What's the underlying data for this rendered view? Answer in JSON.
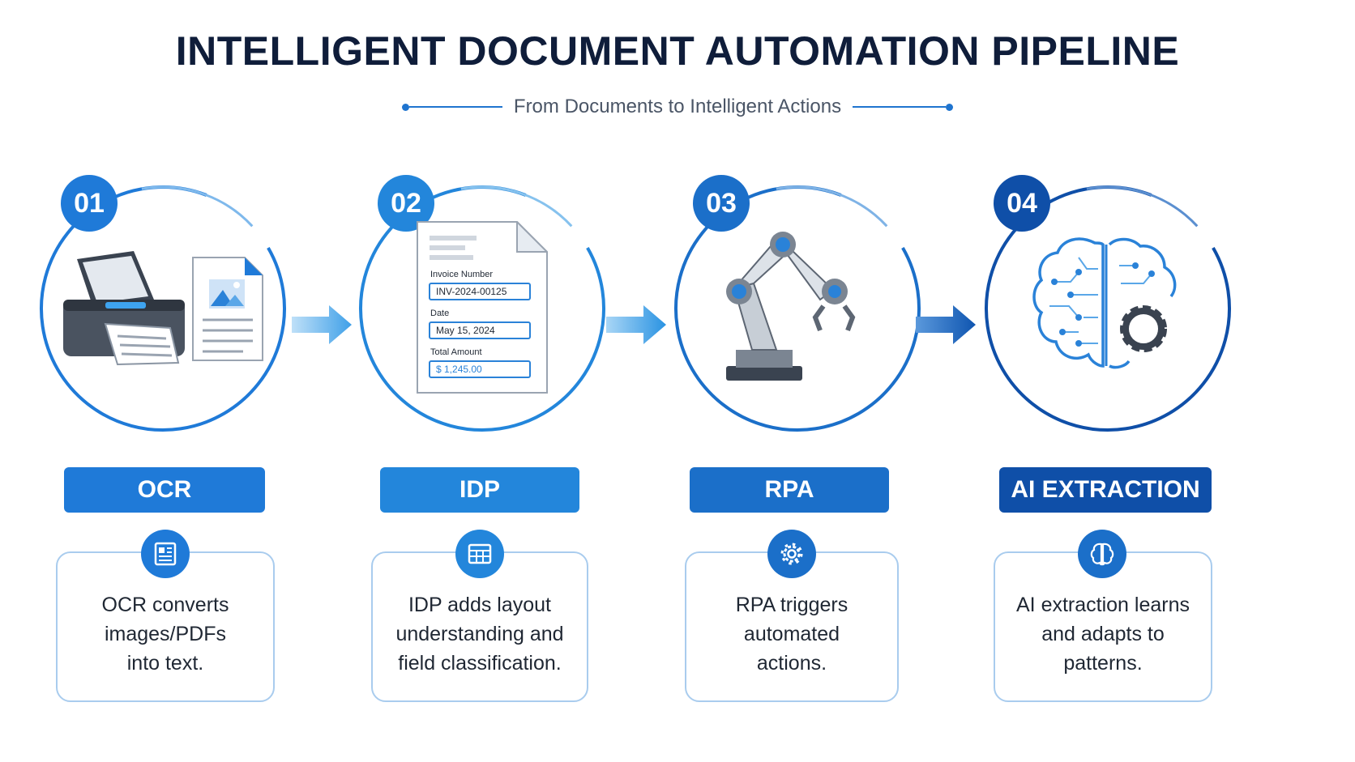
{
  "header": {
    "title": "INTELLIGENT DOCUMENT AUTOMATION PIPELINE",
    "subtitle": "From Documents to Intelligent Actions"
  },
  "colors": {
    "accent": "#1f7ad8",
    "accent_light": "#3c9ce6",
    "accent_dark": "#0f4fa8",
    "title": "#0f1d3a"
  },
  "steps": [
    {
      "number": "01",
      "label": "OCR",
      "description": [
        "OCR converts",
        "images/PDFs",
        "into text."
      ],
      "illustration_icon": "scanner-document-icon",
      "description_icon": "text-document-icon"
    },
    {
      "number": "02",
      "label": "IDP",
      "description": [
        "IDP adds layout",
        "understanding and",
        "field classification."
      ],
      "illustration_icon": "invoice-form-icon",
      "description_icon": "table-grid-icon",
      "form": {
        "field1_label": "Invoice Number",
        "field1_value": "INV-2024-00125",
        "field2_label": "Date",
        "field2_value": "May 15, 2024",
        "field3_label": "Total Amount",
        "field3_value": "$ 1,245.00"
      }
    },
    {
      "number": "03",
      "label": "RPA",
      "description": [
        "RPA triggers",
        "automated",
        "actions."
      ],
      "illustration_icon": "robot-arm-icon",
      "description_icon": "gear-icon"
    },
    {
      "number": "04",
      "label": "AI EXTRACTION",
      "description": [
        "AI extraction learns",
        "and adapts to",
        "patterns."
      ],
      "illustration_icon": "brain-gear-icon",
      "description_icon": "brain-icon"
    }
  ]
}
